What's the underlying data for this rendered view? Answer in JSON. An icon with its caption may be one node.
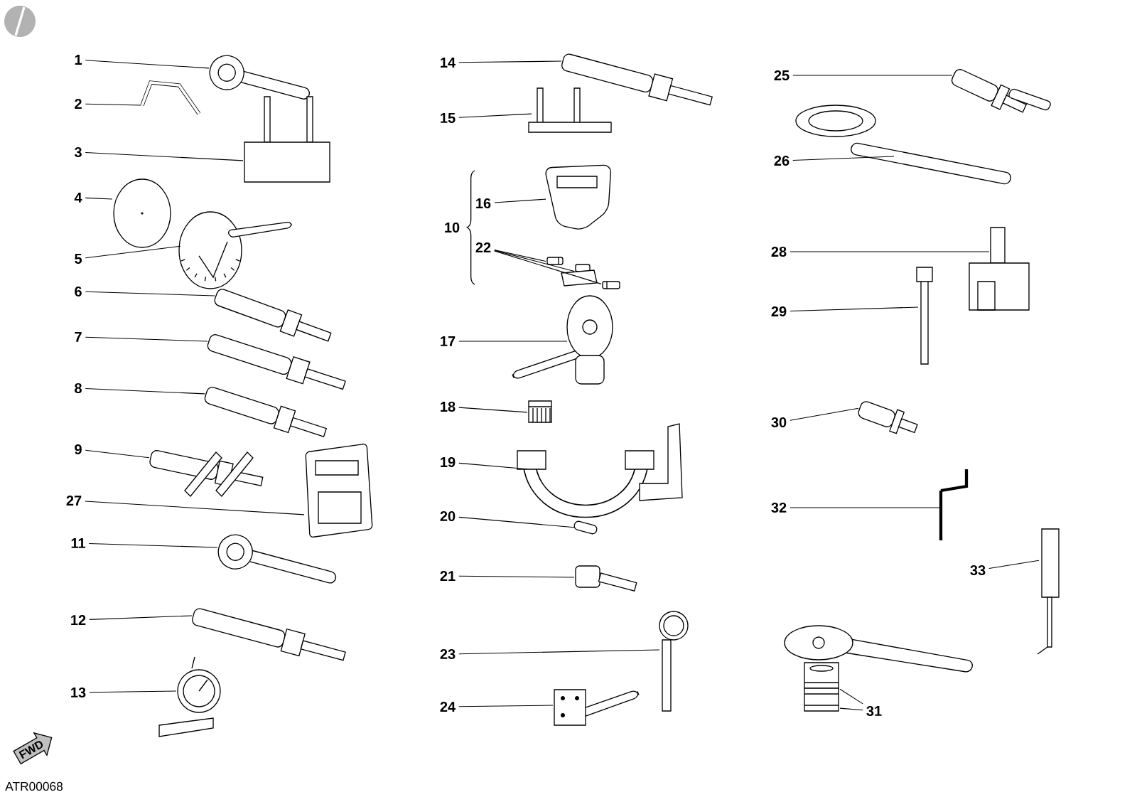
{
  "diagram": {
    "nodes": [
      {
        "text": [
          "1"
        ]
      },
      {
        "text": [
          "2"
        ]
      },
      {
        "text": [
          "3"
        ]
      },
      {
        "text": [
          "4"
        ]
      },
      {
        "text": [
          "5"
        ]
      },
      {
        "text": [
          "6"
        ]
      },
      {
        "text": [
          "7"
        ]
      },
      {
        "text": [
          "8"
        ]
      },
      {
        "text": [
          "9"
        ]
      },
      {
        "text": [
          "27"
        ]
      },
      {
        "text": [
          "11"
        ]
      },
      {
        "text": [
          "12"
        ]
      },
      {
        "text": [
          "13"
        ]
      },
      {
        "text": [
          "14"
        ]
      },
      {
        "text": [
          "15"
        ]
      },
      {
        "text": [
          "16"
        ]
      },
      {
        "text": [
          "22"
        ]
      },
      {
        "text": [
          "17"
        ]
      },
      {
        "text": [
          "18"
        ]
      },
      {
        "text": [
          "19"
        ]
      },
      {
        "text": [
          "20"
        ]
      },
      {
        "text": [
          "21"
        ]
      },
      {
        "text": [
          "23"
        ]
      },
      {
        "text": [
          "24"
        ]
      },
      {
        "text": [
          "25"
        ]
      },
      {
        "text": [
          "26"
        ]
      },
      {
        "text": [
          "28"
        ]
      },
      {
        "text": [
          "29"
        ]
      },
      {
        "text": [
          "30"
        ]
      },
      {
        "text": [
          "32"
        ]
      },
      {
        "text": [
          "33"
        ]
      },
      {
        "text": [
          "31"
        ]
      },
      {
        "text": [],
        "shape": "picture"
      },
      {
        "text": [],
        "shape": "picture"
      },
      {
        "text": [],
        "shape": "picture"
      },
      {
        "text": [],
        "shape": "picture"
      },
      {
        "text": [],
        "shape": "picture"
      },
      {
        "text": [],
        "shape": "picture"
      },
      {
        "text": [],
        "shape": "picture"
      },
      {
        "text": [],
        "shape": "picture"
      },
      {
        "text": [],
        "shape": "picture"
      },
      {
        "text": [],
        "shape": "picture"
      },
      {
        "text": [],
        "shape": "picture"
      },
      {
        "text": [],
        "shape": "picture"
      },
      {
        "text": [],
        "shape": "picture"
      },
      {
        "text": [],
        "shape": "picture"
      },
      {
        "text": [],
        "shape": "picture"
      },
      {
        "text": [],
        "shape": "picture"
      },
      {
        "text": [],
        "shape": "picture"
      },
      {
        "text": [],
        "shape": "picture"
      },
      {
        "text": [],
        "shape": "picture"
      },
      {
        "text": [],
        "shape": "picture"
      },
      {
        "text": [],
        "shape": "picture"
      },
      {
        "text": [],
        "shape": "picture"
      },
      {
        "text": [],
        "shape": "picture"
      },
      {
        "text": [],
        "shape": "picture"
      },
      {
        "text": [],
        "shape": "picture"
      },
      {
        "text": [],
        "shape": "picture"
      },
      {
        "text": [],
        "shape": "picture"
      },
      {
        "text": [],
        "shape": "picture"
      },
      {
        "text": [],
        "shape": "picture"
      },
      {
        "text": [],
        "shape": "picture"
      },
      {
        "text": [],
        "shape": "picture"
      },
      {
        "text": [],
        "shape": "picture"
      },
      {
        "text": [],
        "shape": "picture"
      },
      {
        "text": [],
        "shape": "picture"
      },
      {
        "text": [],
        "shape": "picture"
      }
    ],
    "edges": [
      {
        "from": 0,
        "to": 32,
        "arrow": "none"
      },
      {
        "from": 1,
        "to": 33,
        "arrow": "none"
      },
      {
        "from": 2,
        "to": 34,
        "arrow": "none"
      },
      {
        "from": 3,
        "to": 35,
        "arrow": "none"
      },
      {
        "from": 4,
        "to": 36,
        "arrow": "none"
      },
      {
        "from": 5,
        "to": 37,
        "arrow": "none"
      },
      {
        "from": 6,
        "to": 38,
        "arrow": "none"
      },
      {
        "from": 7,
        "to": 39,
        "arrow": "none"
      },
      {
        "from": 8,
        "to": 40,
        "arrow": "none"
      },
      {
        "from": 9,
        "to": 41,
        "arrow": "none"
      },
      {
        "from": 10,
        "to": 42,
        "arrow": "none"
      },
      {
        "from": 11,
        "to": 43,
        "arrow": "none"
      },
      {
        "from": 12,
        "to": 44,
        "arrow": "none"
      },
      {
        "from": 13,
        "to": 45,
        "arrow": "none"
      },
      {
        "from": 14,
        "to": 46,
        "arrow": "none"
      },
      {
        "from": 15,
        "to": 47,
        "arrow": "none"
      },
      {
        "from": 16,
        "to": 48,
        "arrow": "none"
      },
      {
        "from": 16,
        "to": 49,
        "arrow": "none"
      },
      {
        "from": 16,
        "to": 50,
        "arrow": "none"
      },
      {
        "from": 17,
        "to": 51,
        "arrow": "none"
      },
      {
        "from": 18,
        "to": 52,
        "arrow": "none"
      },
      {
        "from": 19,
        "to": 53,
        "arrow": "none"
      },
      {
        "from": 20,
        "to": 54,
        "arrow": "none"
      },
      {
        "from": 21,
        "to": 55,
        "arrow": "none"
      },
      {
        "from": 22,
        "to": 56,
        "arrow": "none"
      },
      {
        "from": 23,
        "to": 57,
        "arrow": "none"
      },
      {
        "from": 24,
        "to": 58,
        "arrow": "none"
      },
      {
        "from": 25,
        "to": 59,
        "arrow": "none"
      },
      {
        "from": 26,
        "to": 60,
        "arrow": "none"
      },
      {
        "from": 27,
        "to": 61,
        "arrow": "none"
      },
      {
        "from": 28,
        "to": 62,
        "arrow": "none"
      },
      {
        "from": 29,
        "to": 63,
        "arrow": "none"
      },
      {
        "from": 30,
        "to": 64,
        "arrow": "none"
      },
      {
        "from": 31,
        "to": 65,
        "arrow": "none"
      },
      {
        "from": 31,
        "to": 66,
        "arrow": "none"
      }
    ],
    "labels": [
      "10",
      "FWD",
      "ATR00068"
    ]
  }
}
